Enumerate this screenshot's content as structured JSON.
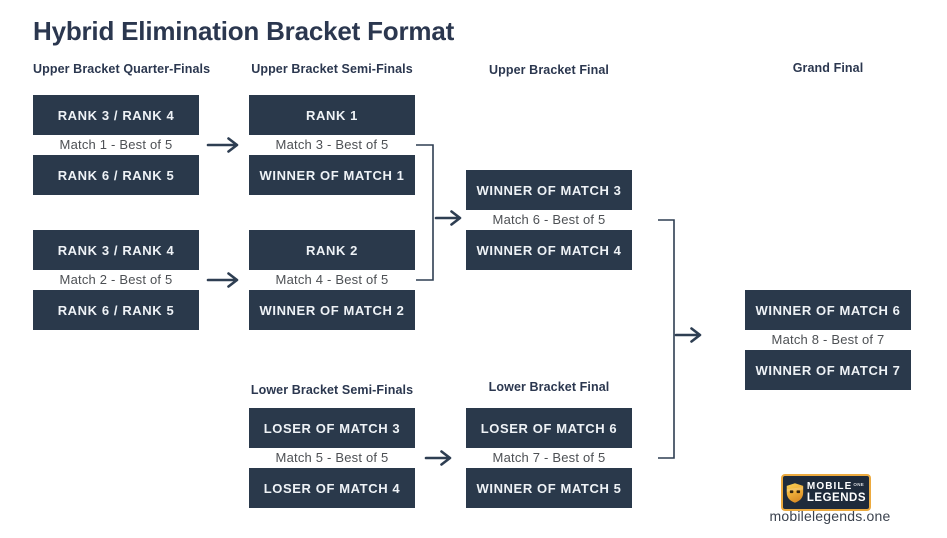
{
  "title": "Hybrid Elimination Bracket Format",
  "headers": {
    "upper_quarter_finals": "Upper Bracket Quarter-Finals",
    "upper_semi_finals": "Upper Bracket Semi-Finals",
    "upper_final": "Upper Bracket Final",
    "grand_final": "Grand Final",
    "lower_semi_finals": "Lower Bracket Semi-Finals",
    "lower_final": "Lower Bracket Final"
  },
  "matches": [
    {
      "top": "RANK 3 / RANK 4",
      "label": "Match 1 - Best of 5",
      "bottom": "RANK 6 / RANK 5"
    },
    {
      "top": "RANK 3 / RANK 4",
      "label": "Match 2 - Best of 5",
      "bottom": "RANK 6 / RANK 5"
    },
    {
      "top": "RANK 1",
      "label": "Match 3 - Best of 5",
      "bottom": "WINNER OF MATCH 1"
    },
    {
      "top": "RANK 2",
      "label": "Match 4 - Best of 5",
      "bottom": "WINNER OF MATCH 2"
    },
    {
      "top": "LOSER OF MATCH 3",
      "label": "Match 5 - Best of 5",
      "bottom": "LOSER OF MATCH 4"
    },
    {
      "top": "WINNER OF MATCH 3",
      "label": "Match 6 - Best of 5",
      "bottom": "WINNER OF MATCH 4"
    },
    {
      "top": "LOSER OF MATCH 6",
      "label": "Match 7 - Best of 5",
      "bottom": "WINNER OF MATCH 5"
    },
    {
      "top": "WINNER OF MATCH 6",
      "label": "Match 8 - Best of 7",
      "bottom": "WINNER OF MATCH 7"
    }
  ],
  "branding": {
    "logo_word1": "MOBILE",
    "logo_word2": "LEGENDS",
    "logo_badge": "ONE",
    "website": "mobilelegends.one"
  },
  "colors": {
    "box_fill": "#2a394b",
    "box_text": "#eef2f6",
    "heading_text": "#2b374f",
    "match_label_text": "#4d5054",
    "connector": "#2e3e52",
    "logo_gold": "#ecaa3f",
    "logo_background": "#1f2b3b"
  }
}
